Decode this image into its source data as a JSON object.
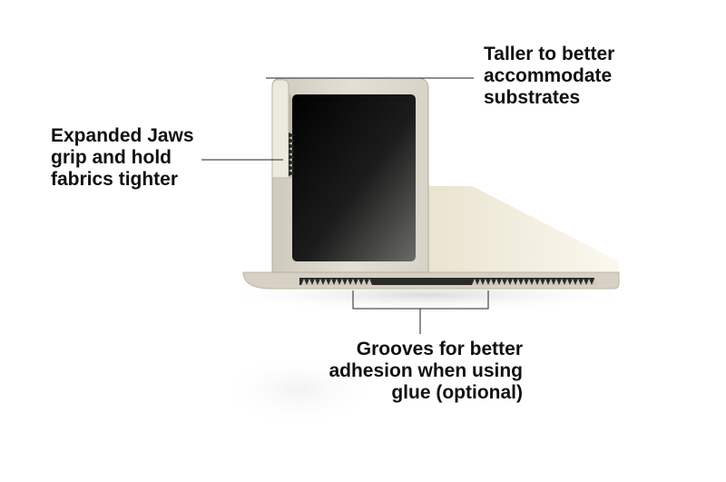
{
  "callouts": {
    "top": {
      "lines": [
        "Taller to better",
        "accommodate",
        "substrates"
      ]
    },
    "left": {
      "lines": [
        "Expanded Jaws",
        "grip and hold",
        "fabrics tighter"
      ]
    },
    "bottom": {
      "lines": [
        "Grooves for better",
        "adhesion when using",
        "glue (optional)"
      ]
    }
  },
  "colors": {
    "profile_face": "#dcd8cc",
    "profile_edge": "#b9b4a6",
    "profile_highlight": "#ece9df",
    "flange_body": "#f3eedd",
    "inner_cavity": "#1a1a1a",
    "leader_line": "#222222",
    "text": "#111111"
  }
}
